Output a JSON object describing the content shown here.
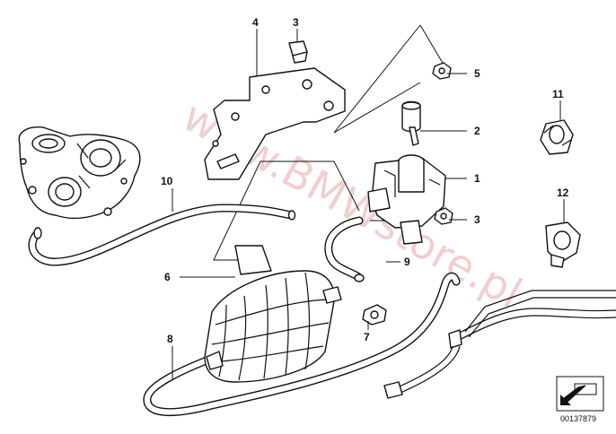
{
  "callouts": [
    {
      "id": "c1",
      "label": "1"
    },
    {
      "id": "c2",
      "label": "2"
    },
    {
      "id": "c3a",
      "label": "3"
    },
    {
      "id": "c3b",
      "label": "3"
    },
    {
      "id": "c4",
      "label": "4"
    },
    {
      "id": "c5",
      "label": "5"
    },
    {
      "id": "c6",
      "label": "6"
    },
    {
      "id": "c7",
      "label": "7"
    },
    {
      "id": "c8",
      "label": "8"
    },
    {
      "id": "c9",
      "label": "9"
    },
    {
      "id": "c10",
      "label": "10"
    },
    {
      "id": "c11",
      "label": "11"
    },
    {
      "id": "c12",
      "label": "12"
    }
  ],
  "watermark": "www.BMWstore.pl",
  "diagram_number": "00137879",
  "nav_icon": "arrow-icon"
}
